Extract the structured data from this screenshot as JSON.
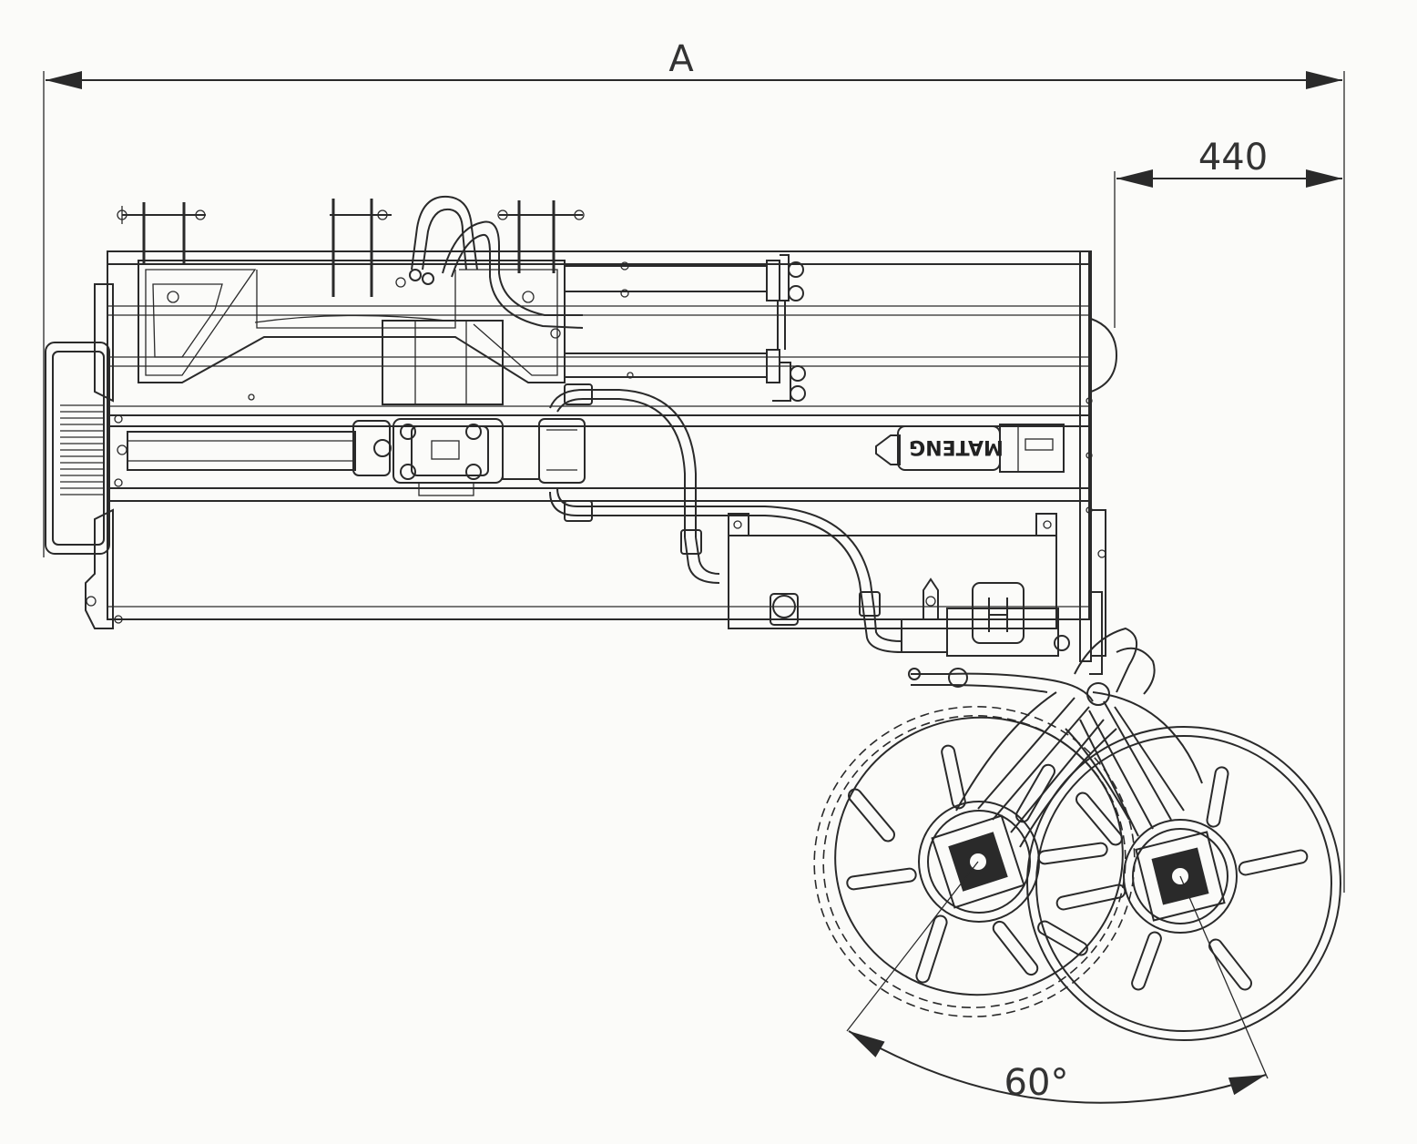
{
  "dimensions": {
    "overall_width": {
      "label": "A"
    },
    "offset": {
      "label": "440"
    },
    "swing_angle": {
      "label": "60°"
    }
  },
  "components": {
    "filter": {
      "brand_label": "MATENG"
    }
  },
  "colors": {
    "line": "#2a2a2a",
    "paper": "#fbfbf9"
  }
}
